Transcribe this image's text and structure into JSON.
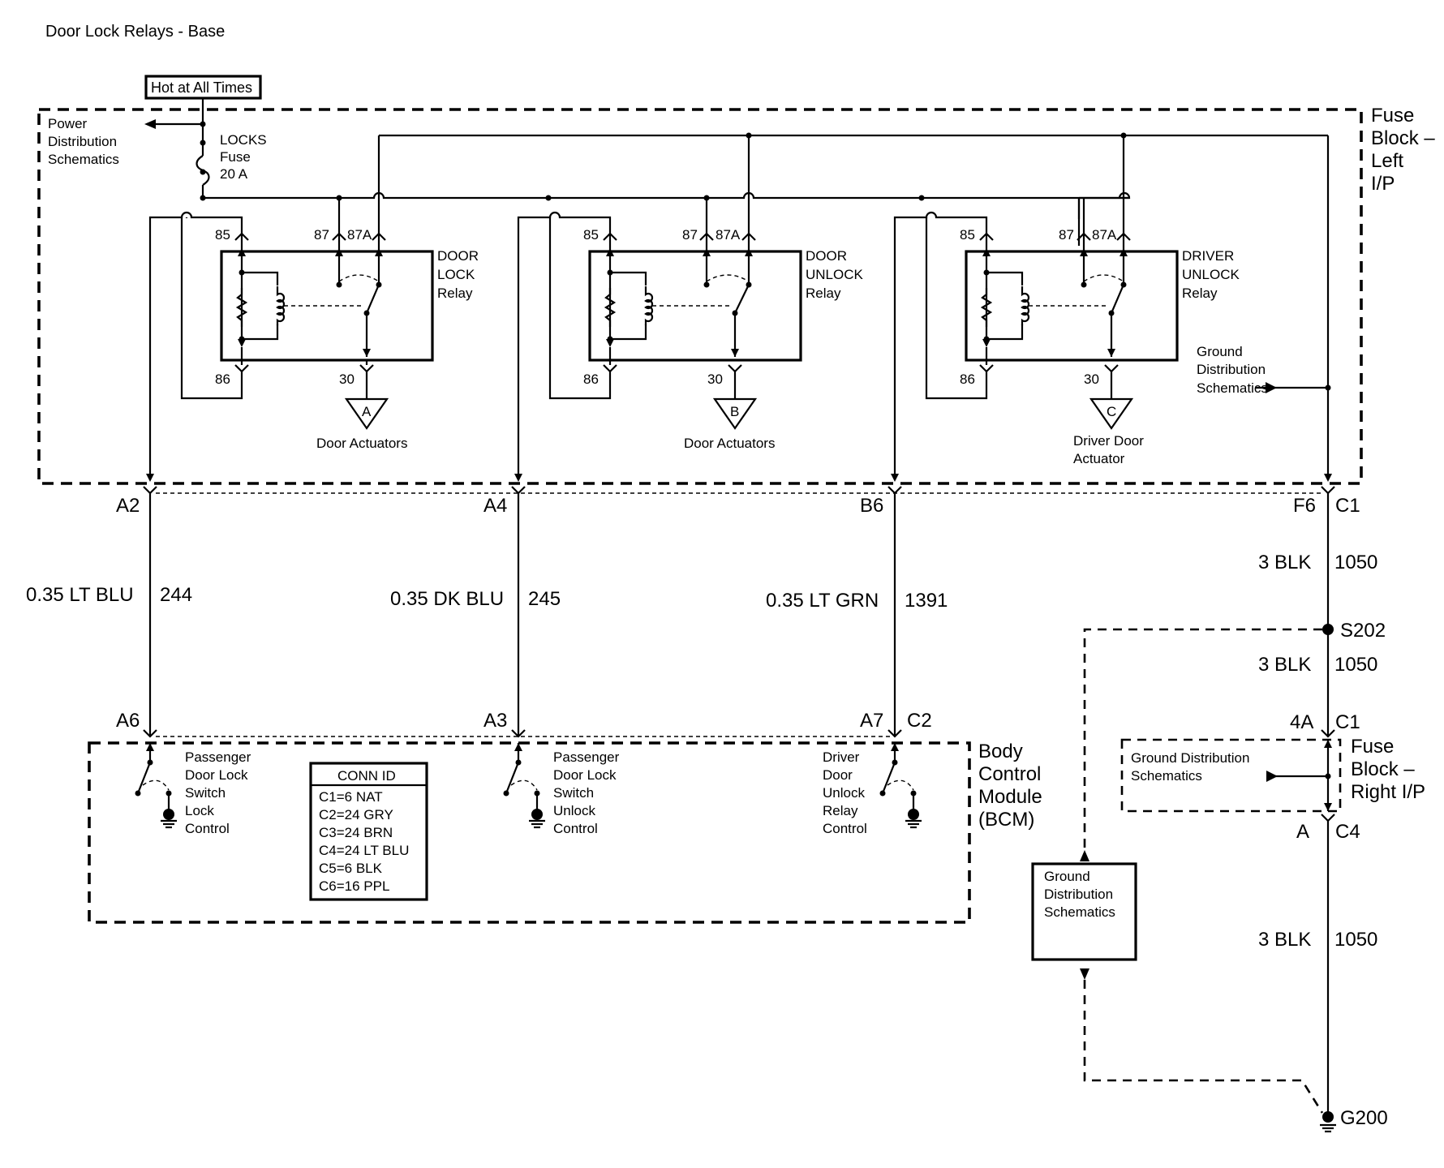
{
  "title": "Door Lock Relays - Base",
  "hot_label": "Hot at All Times",
  "power_dist": [
    "Power",
    "Distribution",
    "Schematics"
  ],
  "fuse": [
    "LOCKS",
    "Fuse",
    "20 A"
  ],
  "fuse_block_left": [
    "Fuse",
    "Block –",
    "Left",
    "I/P"
  ],
  "relays": [
    {
      "name": [
        "DOOR",
        "LOCK",
        "Relay"
      ],
      "output": "A",
      "output_label": [
        "Door Actuators"
      ]
    },
    {
      "name": [
        "DOOR",
        "UNLOCK",
        "Relay"
      ],
      "output": "B",
      "output_label": [
        "Door Actuators"
      ]
    },
    {
      "name": [
        "DRIVER",
        "UNLOCK",
        "Relay"
      ],
      "output": "C",
      "output_label": [
        "Driver Door",
        "Actuator"
      ]
    }
  ],
  "relay_pins": {
    "p85": "85",
    "p86": "86",
    "p87": "87",
    "p87a": "87A",
    "p30": "30"
  },
  "ground_dist_upper": [
    "Ground",
    "Distribution",
    "Schematics"
  ],
  "connectors_top": {
    "c1": "A2",
    "c2": "A4",
    "c3": "B6",
    "c4": "F6",
    "c4b": "C1"
  },
  "wires": [
    {
      "color": "0.35 LT BLU",
      "circuit": "244"
    },
    {
      "color": "0.35 DK BLU",
      "circuit": "245"
    },
    {
      "color": "0.35 LT GRN",
      "circuit": "1391"
    }
  ],
  "ground_wire": {
    "color": "3 BLK",
    "circuit": "1050"
  },
  "splice": "S202",
  "connectors_bottom": {
    "c1": "A6",
    "c2": "A3",
    "c3": "A7",
    "c3b": "C2"
  },
  "right_connectors": {
    "upper": "4A",
    "upper_b": "C1",
    "lower": "A",
    "lower_b": "C4"
  },
  "fuse_block_right": [
    "Fuse",
    "Block –",
    "Right I/P"
  ],
  "ground_dist_right": [
    "Ground Distribution",
    "Schematics"
  ],
  "ground_dist_box": [
    "Ground",
    "Distribution",
    "Schematics"
  ],
  "bcm": [
    "Body",
    "Control",
    "Module",
    "(BCM)"
  ],
  "switches": [
    [
      "Passenger",
      "Door Lock",
      "Switch",
      "Lock",
      "Control"
    ],
    [
      "Passenger",
      "Door Lock",
      "Switch",
      "Unlock",
      "Control"
    ],
    [
      "Driver",
      "Door",
      "Unlock",
      "Relay",
      "Control"
    ]
  ],
  "conn_id": {
    "title": "CONN ID",
    "rows": [
      "C1=6 NAT",
      "C2=24 GRY",
      "C3=24 BRN",
      "C4=24 LT BLU",
      "C5=6 BLK",
      "C6=16 PPL"
    ]
  },
  "ground_point": "G200"
}
